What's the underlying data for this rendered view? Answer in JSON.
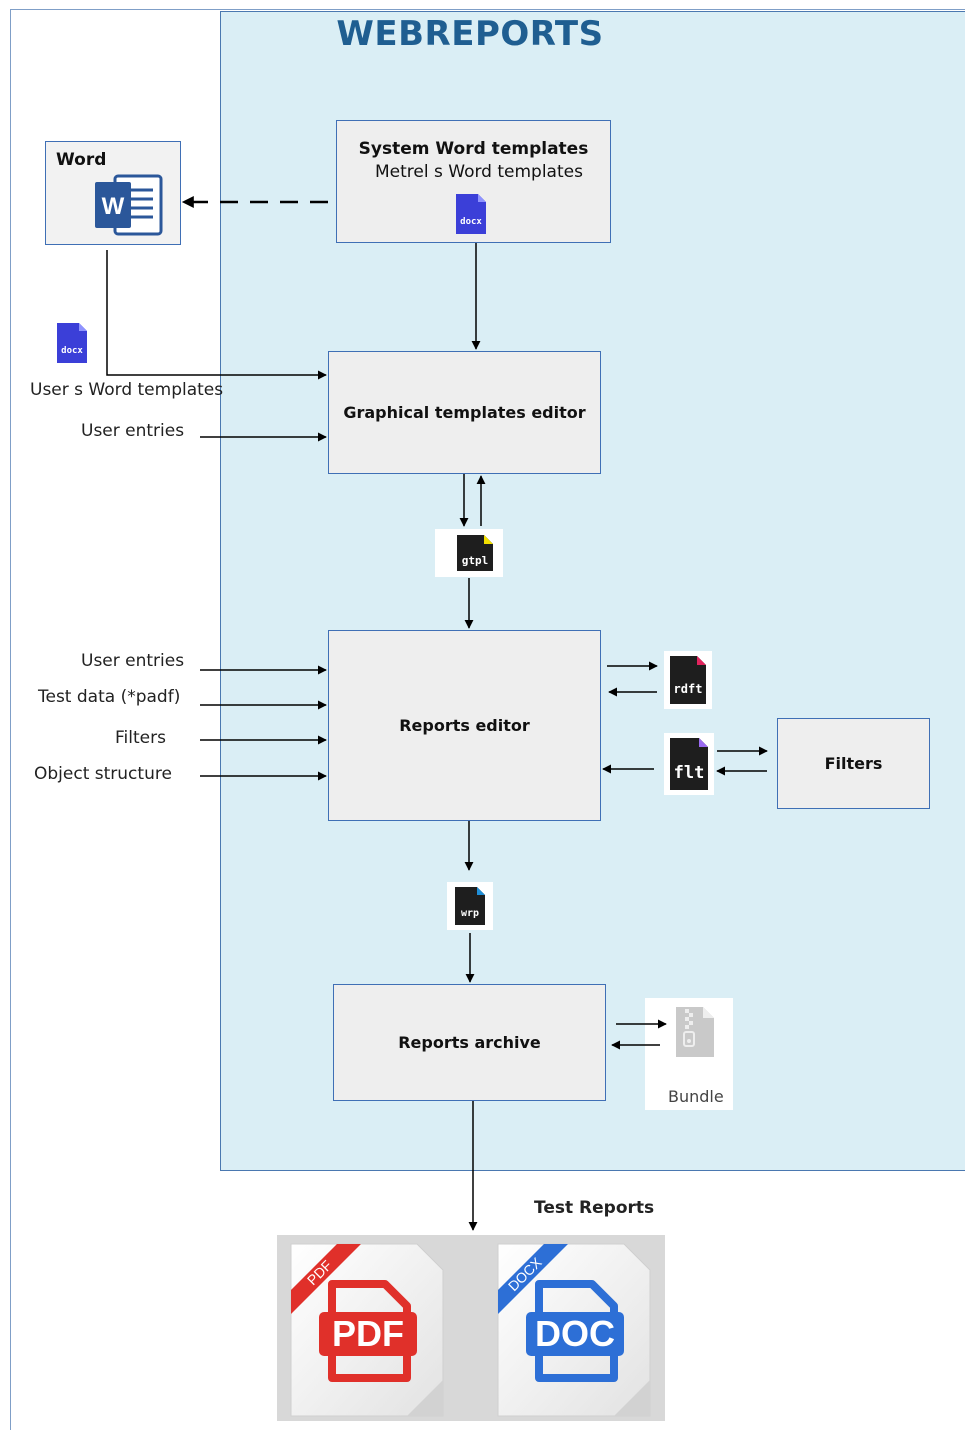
{
  "title": "WEBREPORTS",
  "word_box": {
    "label": "Word",
    "icon_letter": "W"
  },
  "system_templates": {
    "title": "System Word templates",
    "subtitle": "Metrel s Word templates",
    "icon_label": "docx"
  },
  "user_templates": {
    "label": "User s Word templates",
    "icon_label": "docx"
  },
  "graphical_editor": {
    "label": "Graphical templates editor",
    "input_label": "User entries"
  },
  "gtpl_icon": {
    "label": "gtpl"
  },
  "reports_editor": {
    "label": "Reports editor",
    "inputs": [
      "User entries",
      "Test data (*padf)",
      "Filters",
      "Object structure"
    ]
  },
  "rdft_icon": {
    "label": "rdft"
  },
  "flt_icon": {
    "label": "flt"
  },
  "filters_box": {
    "label": "Filters"
  },
  "wrp_icon": {
    "label": "wrp"
  },
  "reports_archive": {
    "label": "Reports archive"
  },
  "bundle": {
    "label": "Bundle"
  },
  "test_reports": {
    "label": "Test Reports",
    "pdf": {
      "ribbon": "PDF",
      "text": "PDF"
    },
    "doc": {
      "ribbon": "DOCX",
      "text": "DOC"
    }
  },
  "colors": {
    "region_bg": "#daeef5",
    "region_border": "#4a78b0",
    "title": "#1f5e91",
    "word_blue": "#2b579a",
    "docx_purple": "#3b3fd8",
    "pdf_red": "#e0302a",
    "doc_blue": "#2d6fd6"
  }
}
